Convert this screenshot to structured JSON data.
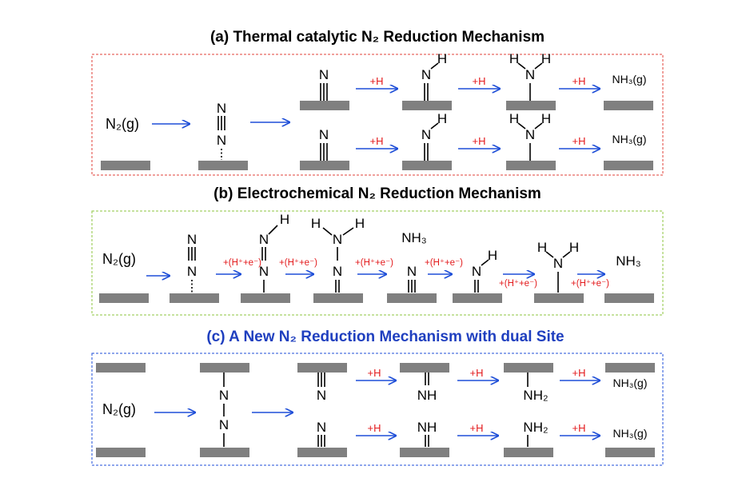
{
  "titles": {
    "a": "(a) Thermal catalytic N₂ Reduction Mechanism",
    "b": "(b) Electrochemical N₂ Reduction Mechanism",
    "c": "(c) A New N₂ Reduction Mechanism with dual Site"
  },
  "labels": {
    "n2g": "N₂(g)",
    "nh3g": "NH₃(g)",
    "nh3": "NH₃",
    "nh": "NH",
    "nh2": "NH₂",
    "n": "N",
    "h": "H",
    "plus_h": "+H",
    "plus_h_e": "+(H⁺+e⁻)"
  },
  "colors": {
    "panel_a_border": "#e0403a",
    "panel_b_border": "#8cc63f",
    "panel_c_border": "#1f4fd8",
    "arrow": "#1f4fd8",
    "reagent": "#e31a1c",
    "surface": "#808080",
    "title_c": "#1f3fbf"
  }
}
